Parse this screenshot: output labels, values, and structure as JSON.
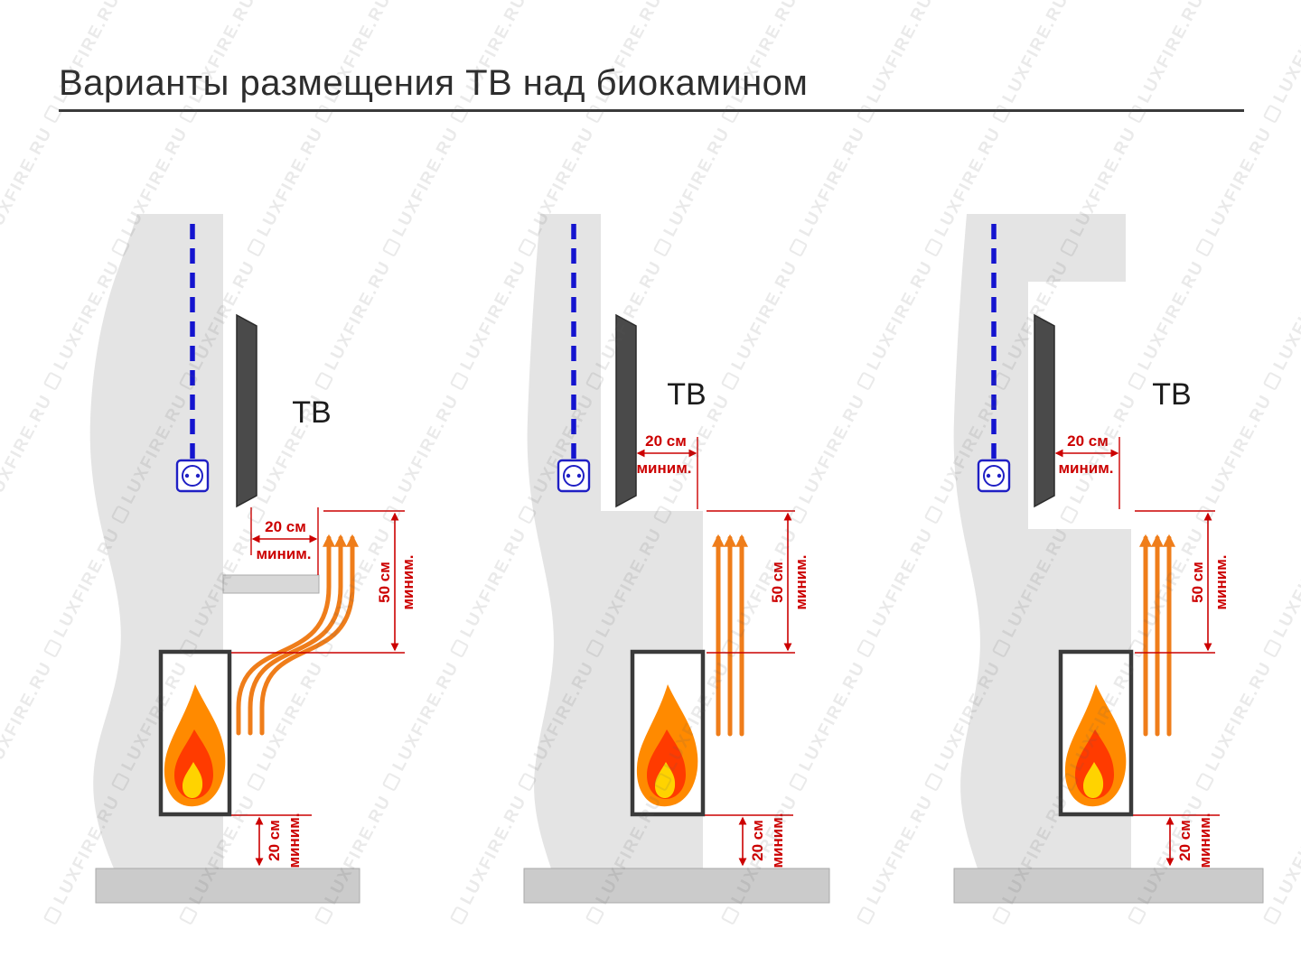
{
  "title": "Варианты размещения ТВ над биокамином",
  "watermark": {
    "text": "LUXFIRE.RU"
  },
  "colors": {
    "dimension_red": "#cc0000",
    "heat_arrow_orange": "#ef7d1a",
    "cable_blue": "#1414cf",
    "wall_gray": "#e4e4e4",
    "floor_gray": "#cbcbcb",
    "tv_gray": "#4a4a4a",
    "flame_outer": "#ff8a00",
    "flame_mid": "#ff3b00",
    "flame_core": "#ffd300",
    "title_dark": "#2d2d2d"
  },
  "panels": [
    {
      "id": "variant-1-with-shelf",
      "tv_label": "ТВ",
      "dim_tv_gap": {
        "value": "20 см",
        "qualifier": "миним."
      },
      "dim_flame_clearance": {
        "value": "50 см",
        "qualifier": "миним."
      },
      "dim_floor_gap": {
        "value": "20 см",
        "qualifier": "миним."
      }
    },
    {
      "id": "variant-2-stepped-wall",
      "tv_label": "ТВ",
      "dim_tv_gap": {
        "value": "20 см",
        "qualifier": "миним."
      },
      "dim_flame_clearance": {
        "value": "50 см",
        "qualifier": "миним."
      },
      "dim_floor_gap": {
        "value": "20 см",
        "qualifier": "миним."
      }
    },
    {
      "id": "variant-3-niche",
      "tv_label": "ТВ",
      "dim_tv_gap": {
        "value": "20 см",
        "qualifier": "миним."
      },
      "dim_flame_clearance": {
        "value": "50 см",
        "qualifier": "миним."
      },
      "dim_floor_gap": {
        "value": "20 см",
        "qualifier": "миним."
      }
    }
  ]
}
